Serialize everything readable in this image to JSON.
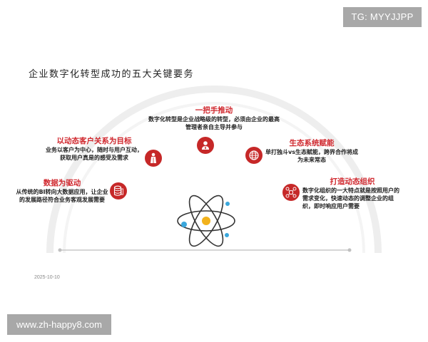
{
  "watermark": {
    "top_right": "TG: MYYJJPP",
    "bottom_left": "www.zh-happy8.com"
  },
  "title": "企业数字化转型成功的五大关键要务",
  "items": [
    {
      "heading": "一把手推动",
      "desc": "数字化转型是企业战略级的转型，必须由企业的最高管理者亲自主导并参与",
      "icon": "manager-icon"
    },
    {
      "heading": "以动态客户关系为目标",
      "desc": "业务以客户为中心，随时与用户互动，获取用户真是的感受及需求",
      "icon": "customer-icon"
    },
    {
      "heading": "生态系统赋能",
      "desc": "单打独斗vs生态赋能，跨界合作将成为未来常态",
      "icon": "globe-icon"
    },
    {
      "heading": "数据为驱动",
      "desc": "从传统的BI转向大数据应用，让企业的发展路径符合业务客观发展需要",
      "icon": "database-icon"
    },
    {
      "heading": "打造动态组织",
      "desc": "数字化组织的一大特点就是按照用户的需求变化，快速动态的调整企业的组织，即时响应用户需要",
      "icon": "network-icon"
    }
  ],
  "date": "2025-10-10",
  "colors": {
    "accent": "#d0282e",
    "icon_bg": "#c62828",
    "nucleus": "#f2b21c",
    "electron": "#3aa7dc"
  }
}
